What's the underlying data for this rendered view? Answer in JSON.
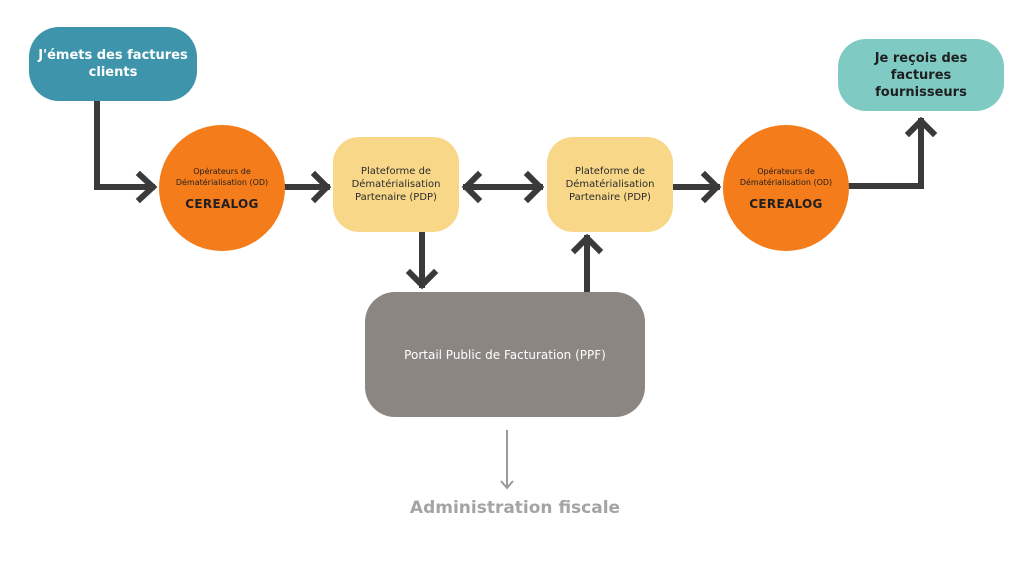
{
  "nodes": {
    "emit": "J'émets des factures clients",
    "receive": "Je reçois des factures fournisseurs",
    "od_left": {
      "text": "Opérateurs de Dématérialisation (OD)",
      "brand": "CEREALOG"
    },
    "od_right": {
      "text": "Opérateurs de Dématérialisation (OD)",
      "brand": "CEREALOG"
    },
    "pdp_left": "Plateforme de Dématérialisation Partenaire (PDP)",
    "pdp_right": "Plateforme de Dématérialisation Partenaire (PDP)",
    "ppf": "Portail Public de Facturation (PPF)",
    "admin": "Administration fiscale"
  },
  "colors": {
    "emit": "#3e94ab",
    "receive": "#7fcbc4",
    "od": "#f57c1b",
    "pdp": "#f8d888",
    "ppf": "#8b8681",
    "arrow": "#3a3a3a",
    "arrow_light": "#9a9a9a"
  }
}
